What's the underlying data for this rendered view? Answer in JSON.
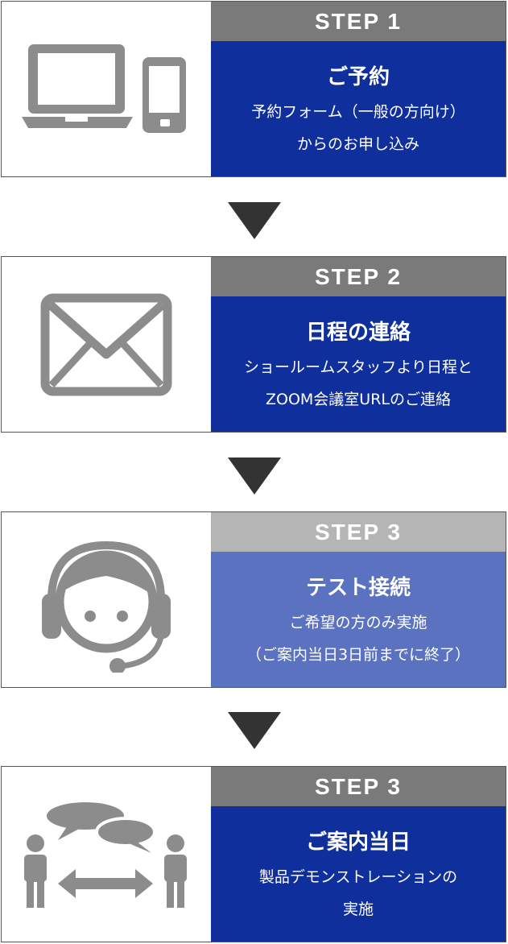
{
  "colors": {
    "head_active": "#7a7a7a",
    "head_inactive": "#b5b5b5",
    "body_active": "#0f2f9d",
    "body_inactive": "#5a72c0",
    "icon_gray": "#8c8c8c",
    "arrow": "#333333"
  },
  "steps": [
    {
      "header": "STEP 1",
      "title": "ご予約",
      "line1": "予約フォーム（一般の方向け）",
      "line2": "からのお申し込み",
      "icon": "laptop-phone-icon",
      "state": "active"
    },
    {
      "header": "STEP 2",
      "title": "日程の連絡",
      "line1": "ショールームスタッフより日程と",
      "line2": "ZOOM会議室URLのご連絡",
      "icon": "envelope-icon",
      "state": "active"
    },
    {
      "header": "STEP 3",
      "title": "テスト接続",
      "line1": "ご希望の方のみ実施",
      "line2": "（ご案内当日3日前までに終了）",
      "icon": "headset-person-icon",
      "state": "inactive"
    },
    {
      "header": "STEP 3",
      "title": "ご案内当日",
      "line1": "製品デモンストレーションの",
      "line2": "実施",
      "icon": "conversation-people-icon",
      "state": "active"
    }
  ]
}
